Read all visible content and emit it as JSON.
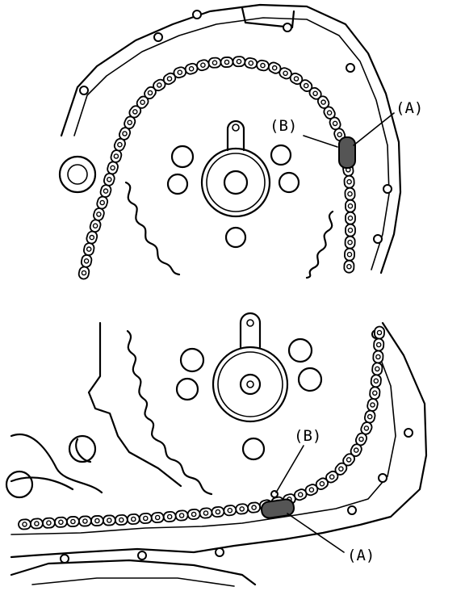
{
  "diagram": {
    "top_view": {
      "callout_a": "(A)",
      "callout_b": "(B)"
    },
    "bottom_view": {
      "callout_a": "(A)",
      "callout_b": "(B)"
    }
  }
}
